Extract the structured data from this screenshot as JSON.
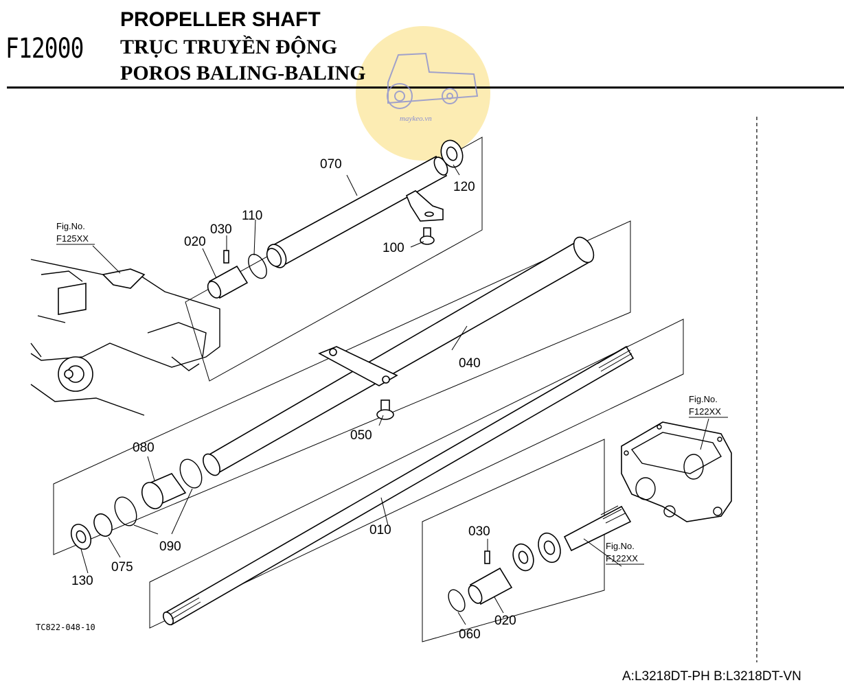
{
  "header": {
    "code": "F12000",
    "title_en": "PROPELLER SHAFT",
    "title_vi": "TRỤC TRUYỀN ĐỘNG",
    "title_ms": "POROS BALING-BALING"
  },
  "watermark": {
    "text": "maykeo.vn",
    "icon": "tractor-icon"
  },
  "figure_refs": [
    {
      "label": "Fig.No.",
      "code": "F125XX"
    },
    {
      "label": "Fig.No.",
      "code": "F122XX"
    },
    {
      "label": "Fig.No.",
      "code": "F122XX"
    }
  ],
  "parts": [
    {
      "no": "010"
    },
    {
      "no": "020"
    },
    {
      "no": "020"
    },
    {
      "no": "030"
    },
    {
      "no": "030"
    },
    {
      "no": "040"
    },
    {
      "no": "050"
    },
    {
      "no": "060"
    },
    {
      "no": "070"
    },
    {
      "no": "075"
    },
    {
      "no": "080"
    },
    {
      "no": "090"
    },
    {
      "no": "100"
    },
    {
      "no": "110"
    },
    {
      "no": "120"
    },
    {
      "no": "130"
    }
  ],
  "footer": {
    "drawing_ref": "TC822-048-10",
    "models": "A:L3218DT-PH B:L3218DT-VN"
  }
}
